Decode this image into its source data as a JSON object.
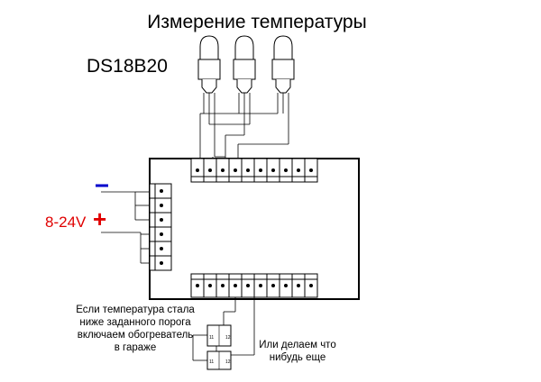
{
  "title": "Измерение температуры",
  "sensor_label": "DS18B20",
  "power": {
    "voltage": "8-24V",
    "minus_symbol": "−",
    "plus_symbol": "+"
  },
  "notes": {
    "heater": "Если температура стала ниже заданного порога включаем обогреватель в гараже",
    "other": "Или делаем что нибудь еще"
  },
  "relay_pins": {
    "pin1": "11",
    "pin2": "12"
  },
  "colors": {
    "minus": "#0000cc",
    "plus": "#e00000",
    "line": "#000000"
  }
}
